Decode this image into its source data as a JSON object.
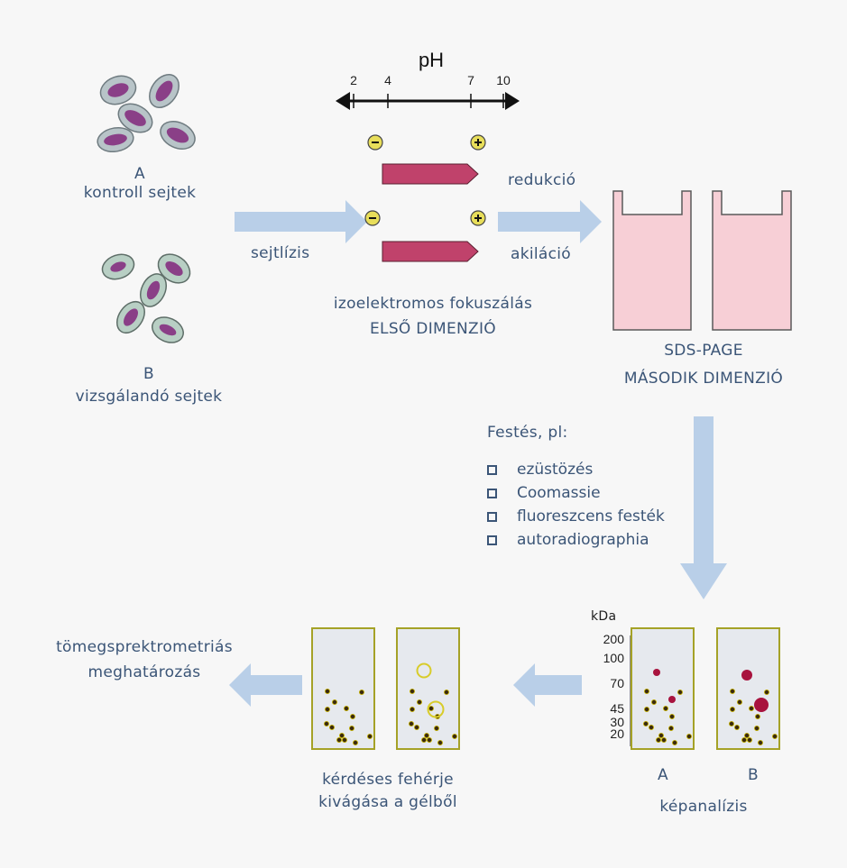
{
  "cells_a": {
    "letter": "A",
    "label": "kontroll  sejtek"
  },
  "cells_b": {
    "letter": "B",
    "label": "vizsgálandó  sejtek"
  },
  "lysis_label": "sejtlízis",
  "ph": {
    "title": "pH",
    "ticks": [
      "2",
      "4",
      "7",
      "10"
    ]
  },
  "ief": {
    "line1": "izoelektromos  fokuszálás",
    "line2": "ELSŐ  DIMENZIÓ",
    "minus": "−",
    "plus": "+"
  },
  "reduction_label": "redukció",
  "alkylation_label": "akiláció",
  "sds": {
    "line1": "SDS-PAGE",
    "line2": "MÁSODIK  DIMENZIÓ"
  },
  "staining": {
    "title": "Festés,  pl:",
    "items": [
      "ezüstözés",
      "Coomassie",
      "fluoreszcens  festék",
      "autoradiographia"
    ]
  },
  "kda": {
    "unit": "kDa",
    "ticks": [
      "200",
      "100",
      "70",
      "45",
      "30",
      "20"
    ]
  },
  "gel_a_label": "A",
  "gel_b_label": "B",
  "analysis_label": "képanalízis",
  "excision": {
    "line1": "kérdéses  fehérje",
    "line2": "kivágása  a  gélből"
  },
  "ms": {
    "line1": "tömegsprektrometriás",
    "line2": "meghatározás"
  },
  "colors": {
    "arrow": "#b9cfe8",
    "strip": "#c0426b",
    "gel_pink": "#f7cfd6",
    "gel_frame": "#a5a227",
    "spot_red": "#a8133e"
  }
}
